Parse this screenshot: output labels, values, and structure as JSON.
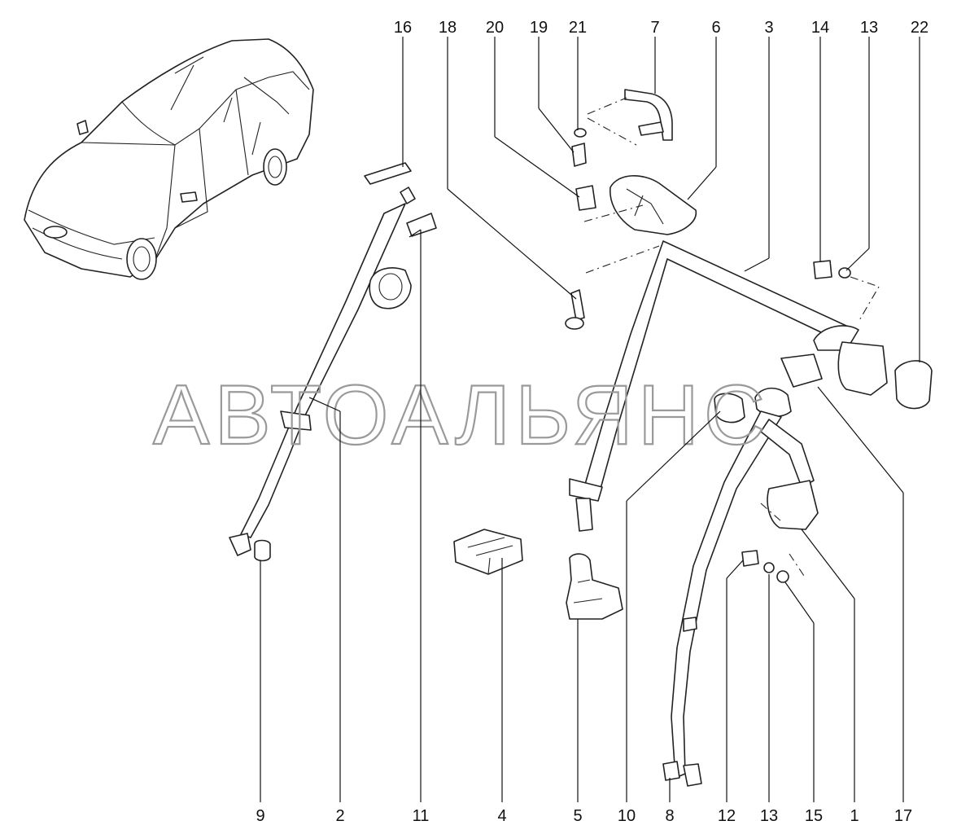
{
  "watermark": "АВТОАЛЬЯНС",
  "callouts": {
    "top": [
      "16",
      "18",
      "20",
      "19",
      "21",
      "7",
      "6",
      "3",
      "14",
      "13",
      "22"
    ],
    "bottom": [
      "9",
      "2",
      "11",
      "4",
      "5",
      "10",
      "8",
      "12",
      "13",
      "15",
      "1",
      "17"
    ]
  }
}
